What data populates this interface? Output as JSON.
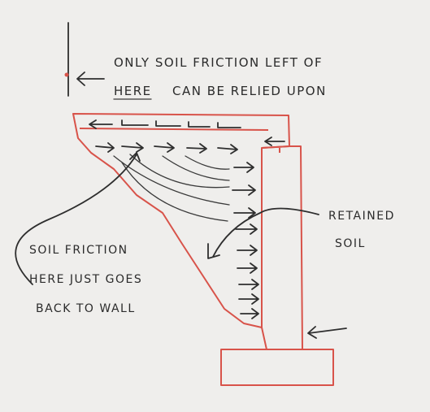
{
  "notes": {
    "top_line1": "ONLY SOIL FRICTION LEFT OF",
    "top_line2_a": "HERE",
    "top_line2_b": "CAN BE RELIED UPON",
    "left_line1": "SOIL FRICTION",
    "left_line2": "HERE JUST GOES",
    "left_line3": "BACK TO WALL",
    "right_line1": "RETAINED",
    "right_line2": "SOIL"
  },
  "colors": {
    "paper": "#efeeec",
    "ink": "#2e2e2e",
    "red_outline": "#d8534a"
  }
}
